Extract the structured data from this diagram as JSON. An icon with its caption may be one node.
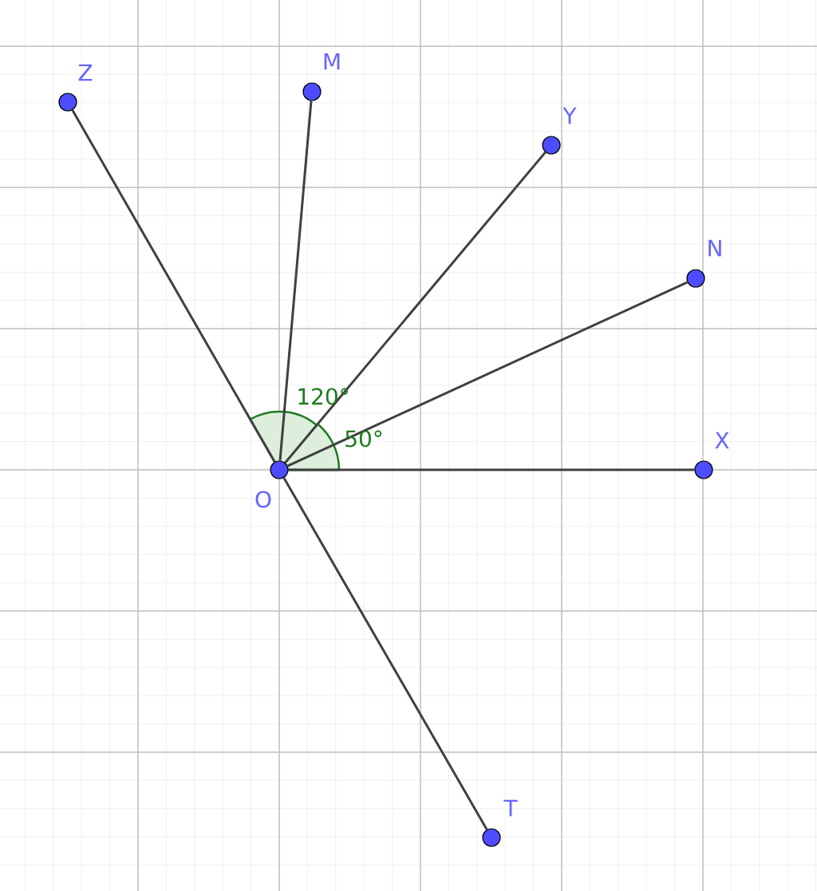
{
  "diagram": {
    "nodes": [
      {
        "text": [],
        "shape": "circle",
        "beside": [
          "M"
        ]
      },
      {
        "text": [],
        "shape": "circle",
        "beside": [
          "Z"
        ]
      },
      {
        "text": [],
        "shape": "circle",
        "beside": [
          "Y"
        ]
      },
      {
        "text": [],
        "shape": "circle",
        "beside": [
          "N"
        ]
      },
      {
        "text": [],
        "shape": "circle",
        "beside": [
          "O"
        ]
      },
      {
        "text": [],
        "shape": "circle",
        "beside": [
          "X"
        ]
      },
      {
        "text": [],
        "shape": "circle",
        "beside": [
          "T"
        ]
      }
    ],
    "edges": [
      {
        "from": 4,
        "to": 1,
        "arrow": "none"
      },
      {
        "from": 4,
        "to": 0,
        "arrow": "none"
      },
      {
        "from": 4,
        "to": 2,
        "arrow": "none"
      },
      {
        "from": 4,
        "to": 3,
        "arrow": "none"
      },
      {
        "from": 4,
        "to": 5,
        "arrow": "none"
      },
      {
        "from": 4,
        "to": 6,
        "arrow": "none"
      }
    ],
    "labels": [
      "120°",
      "50°"
    ]
  }
}
